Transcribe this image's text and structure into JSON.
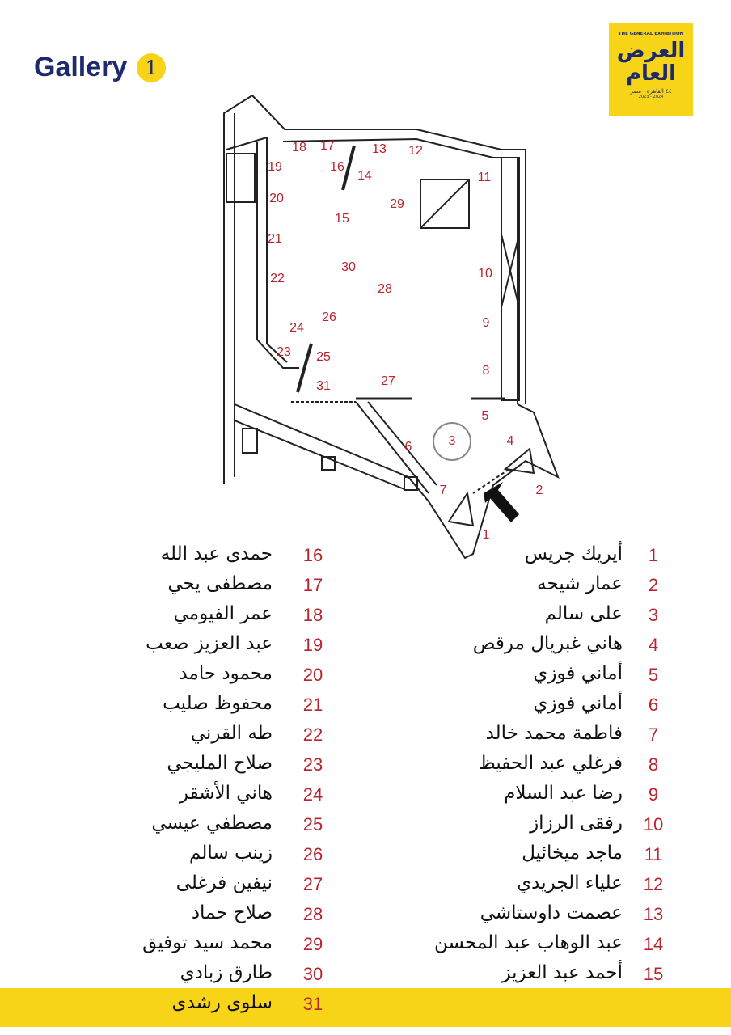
{
  "header": {
    "title": "Gallery",
    "gallery_number": "1"
  },
  "logo": {
    "english": "THE GENERAL EXHIBITION",
    "arabic": "العرض العام",
    "number": "٤٤",
    "city": "القاهرة | مصر",
    "years": "2023 - 2024"
  },
  "map": {
    "labels": [
      "1",
      "2",
      "3",
      "4",
      "5",
      "6",
      "7",
      "8",
      "9",
      "10",
      "11",
      "12",
      "13",
      "14",
      "15",
      "16",
      "17",
      "18",
      "19",
      "20",
      "21",
      "22",
      "23",
      "24",
      "25",
      "26",
      "27",
      "28",
      "29",
      "30",
      "31"
    ],
    "entrance": "entrance-arrow"
  },
  "artists": [
    {
      "num": "1",
      "name": "أيريك جريس"
    },
    {
      "num": "2",
      "name": "عمار شيحه"
    },
    {
      "num": "3",
      "name": "على  سالم"
    },
    {
      "num": "4",
      "name": "هاني غبريال مرقص"
    },
    {
      "num": "5",
      "name": "أماني فوزي"
    },
    {
      "num": "6",
      "name": "أماني فوزي"
    },
    {
      "num": "7",
      "name": "فاطمة محمد خالد"
    },
    {
      "num": "8",
      "name": "فرغلي عبد الحفيظ"
    },
    {
      "num": "9",
      "name": "رضا عبد السلام"
    },
    {
      "num": "10",
      "name": "رفقى الرزاز"
    },
    {
      "num": "11",
      "name": "ماجد ميخائيل"
    },
    {
      "num": "12",
      "name": "علياء الجريدي"
    },
    {
      "num": "13",
      "name": "عصمت داوستاشي"
    },
    {
      "num": "14",
      "name": "عبد الوهاب عبد المحسن"
    },
    {
      "num": "15",
      "name": "أحمد عبد العزيز"
    },
    {
      "num": "16",
      "name": "حمدى عبد الله"
    },
    {
      "num": "17",
      "name": "مصطفى يحي"
    },
    {
      "num": "18",
      "name": "عمر الفيومي"
    },
    {
      "num": "19",
      "name": "عبد العزيز صعب"
    },
    {
      "num": "20",
      "name": "محمود حامد"
    },
    {
      "num": "21",
      "name": "محفوظ صليب"
    },
    {
      "num": "22",
      "name": "طه القرني"
    },
    {
      "num": "23",
      "name": "صلاح المليجي"
    },
    {
      "num": "24",
      "name": "هاني الأشقر"
    },
    {
      "num": "25",
      "name": "مصطفي عيسي"
    },
    {
      "num": "26",
      "name": "زينب سالم"
    },
    {
      "num": "27",
      "name": "نيفين فرغلى"
    },
    {
      "num": "28",
      "name": "صلاح حماد"
    },
    {
      "num": "29",
      "name": "محمد سيد توفيق"
    },
    {
      "num": "30",
      "name": "طارق زبادي"
    },
    {
      "num": "31",
      "name": "سلوى رشدى"
    }
  ],
  "colors": {
    "accent": "#f7d418",
    "number": "#b8242e",
    "title": "#1e2a6e"
  }
}
